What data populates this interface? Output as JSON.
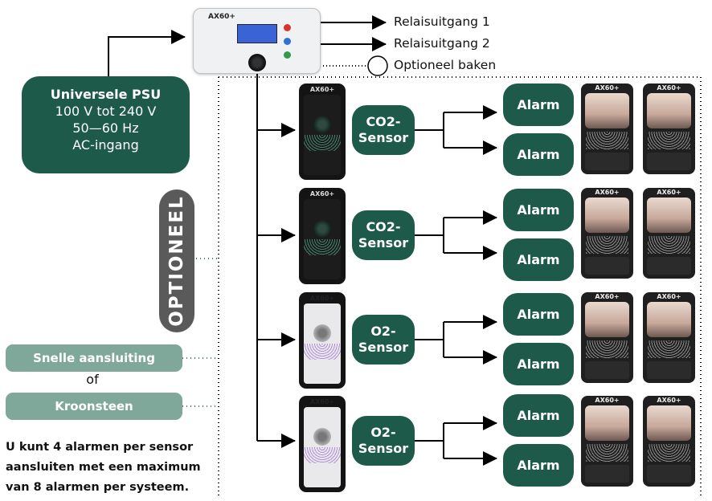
{
  "psu": {
    "title": "Universele PSU",
    "line1": "100 V tot 240 V",
    "line2": "50—60 Hz",
    "line3": "AC-ingang"
  },
  "outputs": {
    "relay1": "Relaisuitgang 1",
    "relay2": "Relaisuitgang 2",
    "beacon": "Optioneel baken"
  },
  "optional_label": "OPTIONEEL",
  "connection": {
    "quick": "Snelle aansluiting",
    "or": "of",
    "terminal": "Kroonsteen"
  },
  "note": {
    "line1": "U kunt 4 alarmen per sensor",
    "line2": "aansluiten met een maximum",
    "line3": "van 8 alarmen per systeem."
  },
  "sensors": [
    {
      "label1": "CO2-",
      "label2": "Sensor",
      "alarm_top": "Alarm",
      "alarm_bottom": "Alarm",
      "device_logo": "AX60+"
    },
    {
      "label1": "CO2-",
      "label2": "Sensor",
      "alarm_top": "Alarm",
      "alarm_bottom": "Alarm",
      "device_logo": "AX60+"
    },
    {
      "label1": "O2-",
      "label2": "Sensor",
      "alarm_top": "Alarm",
      "alarm_bottom": "Alarm",
      "device_logo": "AX60+"
    },
    {
      "label1": "O2-",
      "label2": "Sensor",
      "alarm_top": "Alarm",
      "alarm_bottom": "Alarm",
      "device_logo": "AX60+"
    }
  ],
  "controller_logo": "AX60+",
  "beacon_logo": "AX60+",
  "colors": {
    "dark_green": "#1e5a4a",
    "light_green": "#7fa89a",
    "grey_pill": "#5a5a5a"
  }
}
